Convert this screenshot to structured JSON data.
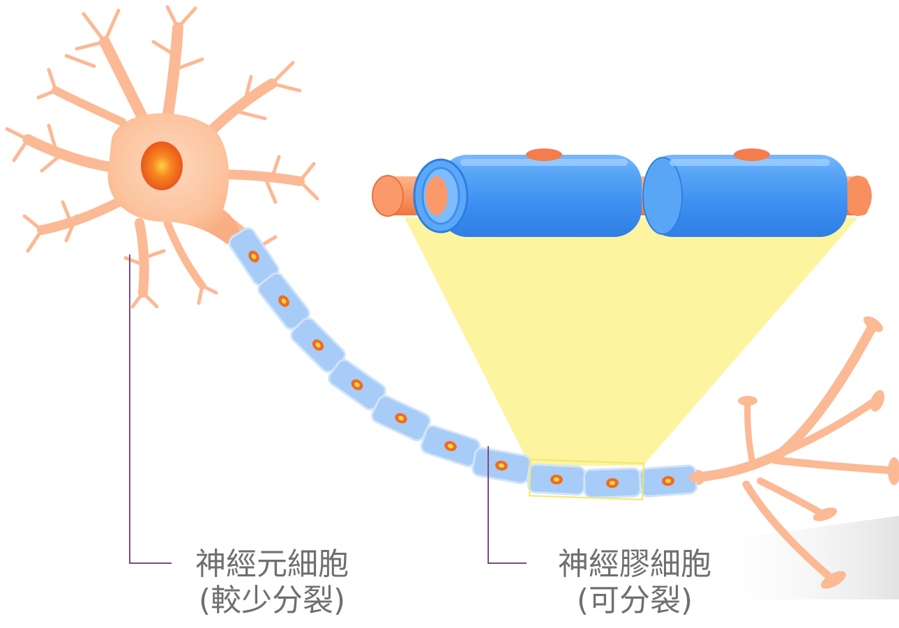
{
  "labels": {
    "neuron": {
      "name": "神經元細胞",
      "note": "(較少分裂)"
    },
    "glia": {
      "name": "神經膠細胞",
      "note": "(可分裂)"
    }
  },
  "colors": {
    "neuron_fill": "#fbb994",
    "neuron_body": "#fcc9a6",
    "nucleus": "#f26b21",
    "myelin_blue": "#4f9cf5",
    "axon_orange": "#f7905e",
    "schwann_cell": "#a6ccf7",
    "zoom_yellow": "#fdf39a",
    "leader_line": "#7b4b7e"
  }
}
